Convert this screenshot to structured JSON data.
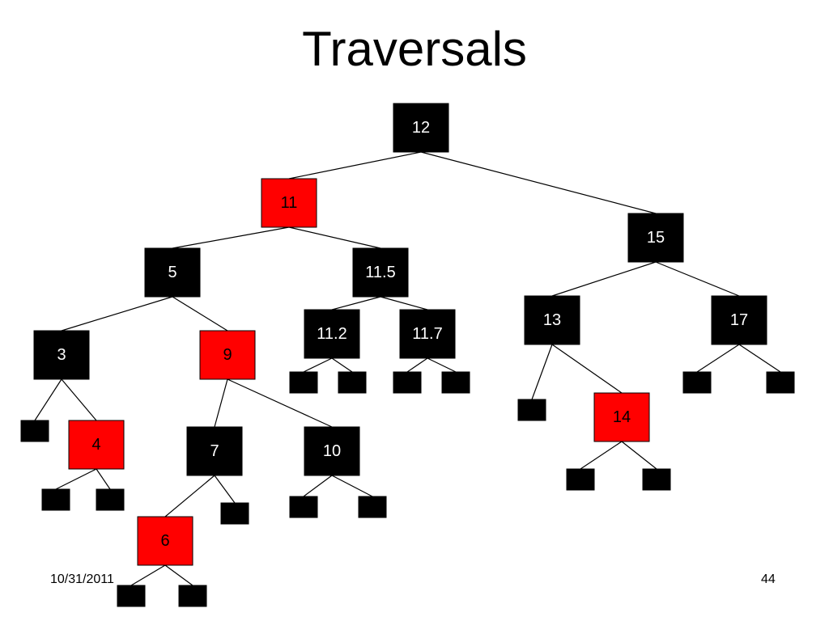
{
  "slide": {
    "title": "Traversals",
    "date": "10/31/2011",
    "page_number": "44"
  },
  "colors": {
    "black_node": "#000000",
    "red_node": "#ff0000",
    "black_text": "#ffffff",
    "red_text": "#000000",
    "edge": "#000000"
  },
  "tree": {
    "nodes": [
      {
        "id": "n12",
        "label": "12",
        "color": "black"
      },
      {
        "id": "n11",
        "label": "11",
        "color": "red"
      },
      {
        "id": "n15",
        "label": "15",
        "color": "black"
      },
      {
        "id": "n5",
        "label": "5",
        "color": "black"
      },
      {
        "id": "n11_5",
        "label": "11.5",
        "color": "black"
      },
      {
        "id": "n3",
        "label": "3",
        "color": "black"
      },
      {
        "id": "n9",
        "label": "9",
        "color": "red"
      },
      {
        "id": "n11_2",
        "label": "11.2",
        "color": "black"
      },
      {
        "id": "n11_7",
        "label": "11.7",
        "color": "black"
      },
      {
        "id": "n13",
        "label": "13",
        "color": "black"
      },
      {
        "id": "n17",
        "label": "17",
        "color": "black"
      },
      {
        "id": "n4",
        "label": "4",
        "color": "red"
      },
      {
        "id": "n7",
        "label": "7",
        "color": "black"
      },
      {
        "id": "n10",
        "label": "10",
        "color": "black"
      },
      {
        "id": "n14",
        "label": "14",
        "color": "red"
      },
      {
        "id": "n6",
        "label": "6",
        "color": "red"
      },
      {
        "id": "leaf_3L"
      },
      {
        "id": "leaf_4L"
      },
      {
        "id": "leaf_4R"
      },
      {
        "id": "leaf_7R"
      },
      {
        "id": "leaf_6L"
      },
      {
        "id": "leaf_6R"
      },
      {
        "id": "leaf_10L"
      },
      {
        "id": "leaf_10R"
      },
      {
        "id": "leaf_112L"
      },
      {
        "id": "leaf_112R"
      },
      {
        "id": "leaf_117L"
      },
      {
        "id": "leaf_117R"
      },
      {
        "id": "leaf_13L"
      },
      {
        "id": "leaf_14L"
      },
      {
        "id": "leaf_14R"
      },
      {
        "id": "leaf_17L"
      },
      {
        "id": "leaf_17R"
      }
    ],
    "edges": [
      [
        "n12",
        "n11"
      ],
      [
        "n12",
        "n15"
      ],
      [
        "n11",
        "n5"
      ],
      [
        "n11",
        "n11_5"
      ],
      [
        "n5",
        "n3"
      ],
      [
        "n5",
        "n9"
      ],
      [
        "n11_5",
        "n11_2"
      ],
      [
        "n11_5",
        "n11_7"
      ],
      [
        "n3",
        "leaf_3L"
      ],
      [
        "n3",
        "n4"
      ],
      [
        "n4",
        "leaf_4L"
      ],
      [
        "n4",
        "leaf_4R"
      ],
      [
        "n9",
        "n7"
      ],
      [
        "n9",
        "n10"
      ],
      [
        "n7",
        "n6"
      ],
      [
        "n7",
        "leaf_7R"
      ],
      [
        "n6",
        "leaf_6L"
      ],
      [
        "n6",
        "leaf_6R"
      ],
      [
        "n10",
        "leaf_10L"
      ],
      [
        "n10",
        "leaf_10R"
      ],
      [
        "n11_2",
        "leaf_112L"
      ],
      [
        "n11_2",
        "leaf_112R"
      ],
      [
        "n11_7",
        "leaf_117L"
      ],
      [
        "n11_7",
        "leaf_117R"
      ],
      [
        "n15",
        "n13"
      ],
      [
        "n15",
        "n17"
      ],
      [
        "n13",
        "leaf_13L"
      ],
      [
        "n13",
        "n14"
      ],
      [
        "n14",
        "leaf_14L"
      ],
      [
        "n14",
        "leaf_14R"
      ],
      [
        "n17",
        "leaf_17L"
      ],
      [
        "n17",
        "leaf_17R"
      ]
    ]
  }
}
